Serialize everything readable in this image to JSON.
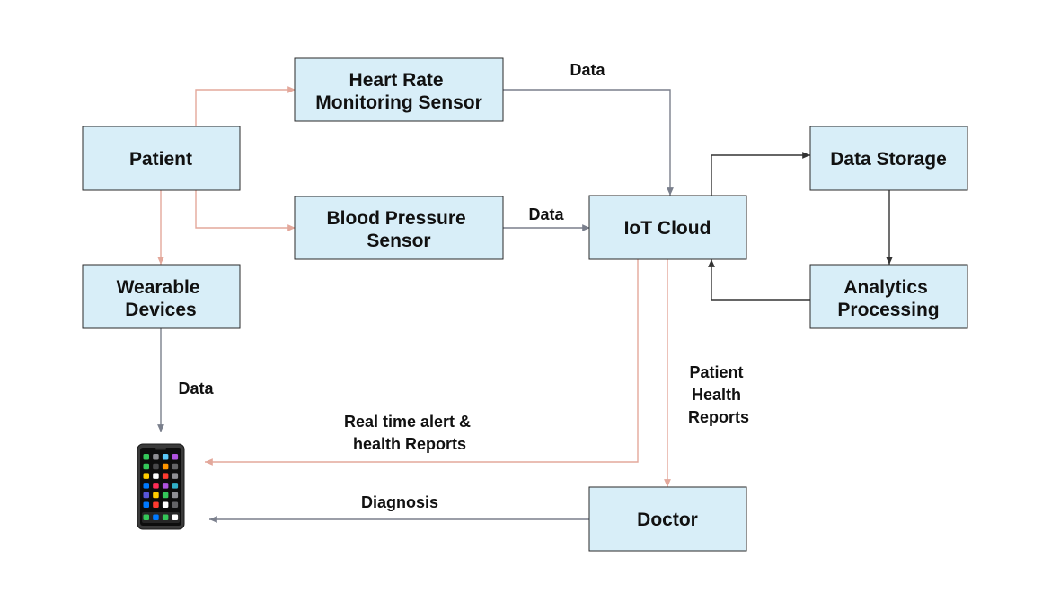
{
  "nodes": {
    "heart_rate_sensor": [
      "Heart Rate",
      "Monitoring Sensor"
    ],
    "patient": [
      "Patient"
    ],
    "blood_pressure_sensor": [
      "Blood Pressure",
      "Sensor"
    ],
    "iot_cloud": [
      "IoT Cloud"
    ],
    "data_storage": [
      "Data Storage"
    ],
    "wearable_devices": [
      "Wearable",
      "Devices"
    ],
    "analytics_processing": [
      "Analytics",
      "Processing"
    ],
    "doctor": [
      "Doctor"
    ]
  },
  "edge_labels": {
    "heart_rate_data": [
      "Data"
    ],
    "blood_pressure_data": [
      "Data"
    ],
    "wearable_data": [
      "Data"
    ],
    "patient_health_reports": [
      "Patient",
      "Health",
      "Reports"
    ],
    "real_time_alert": [
      "Real time alert &",
      "health Reports"
    ],
    "diagnosis": [
      "Diagnosis"
    ]
  },
  "colors": {
    "box_fill": "#d8eef8",
    "box_border": "#2a2a2a",
    "edge_gray": "#7a7f8c",
    "edge_red": "#e3a89b",
    "edge_dark": "#333333"
  },
  "icons": {
    "phone": "smartphone-icon"
  }
}
